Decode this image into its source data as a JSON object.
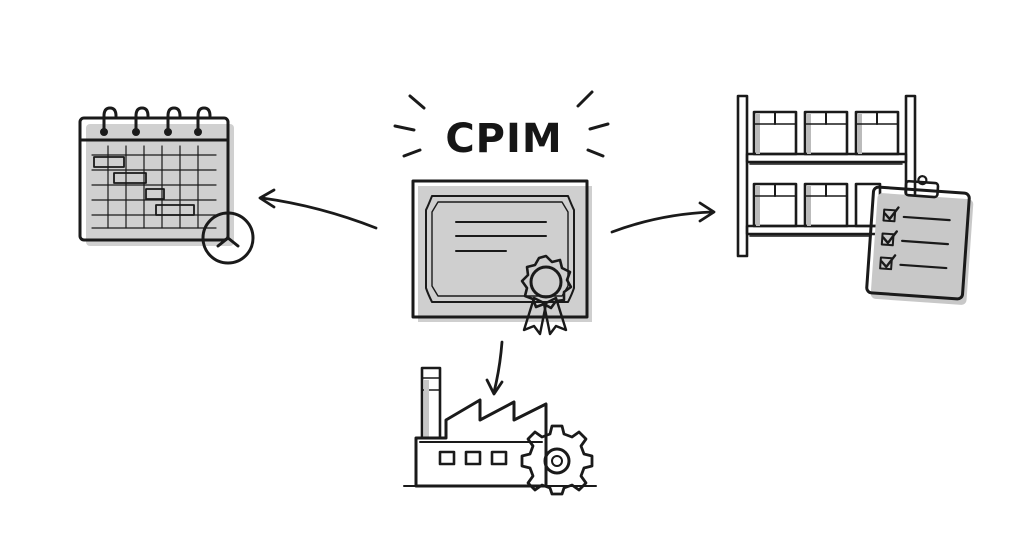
{
  "diagram": {
    "title": "CPIM",
    "colors": {
      "ink": "#1a1a1a",
      "paper": "#ffffff",
      "shade": "#bdbdbd",
      "light_shade": "#e6e6e6"
    },
    "nodes": [
      {
        "id": "certificate",
        "icon": "certificate-with-ribbon-icon"
      },
      {
        "id": "planning",
        "icon": "gantt-calendar-with-clock-icon"
      },
      {
        "id": "inventory",
        "icon": "warehouse-shelves-with-checklist-icon"
      },
      {
        "id": "manufacturing",
        "icon": "factory-with-gear-icon"
      }
    ],
    "edges": [
      {
        "from": "certificate",
        "to": "planning"
      },
      {
        "from": "certificate",
        "to": "inventory"
      },
      {
        "from": "certificate",
        "to": "manufacturing"
      }
    ]
  }
}
